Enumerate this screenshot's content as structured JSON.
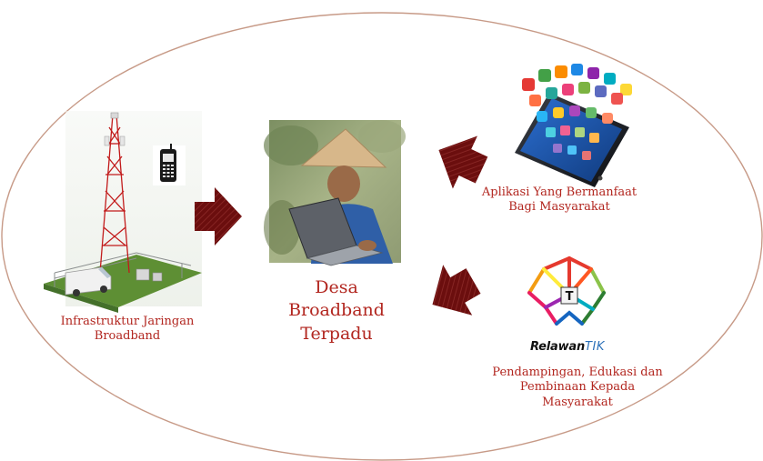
{
  "diagram": {
    "center": {
      "lines": [
        "Desa",
        "Broadband",
        "Terpadu"
      ]
    },
    "left": {
      "lines": [
        "Infrastruktur Jaringan",
        "Broadband"
      ]
    },
    "right_top": {
      "lines": [
        "Aplikasi Yang Bermanfaat",
        "Bagi Masyarakat"
      ]
    },
    "right_bottom": {
      "logo_word_1": "Relawan",
      "logo_word_2": "TIK",
      "lines": [
        "Pendampingan, Edukasi dan",
        "Pembinaan Kepada",
        "Masyarakat"
      ]
    }
  },
  "colors": {
    "ellipse_stroke": "#c79a87",
    "label_text": "#b2261f",
    "arrow_fill": "#6b0e0e",
    "arrow_stripe": "#9a3a36"
  }
}
